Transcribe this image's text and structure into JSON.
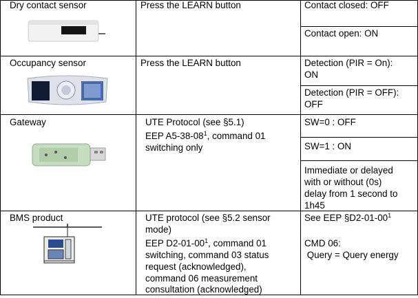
{
  "rows": [
    {
      "product": "Dry contact sensor",
      "icon": "dry-contact-sensor-icon",
      "action": [
        "Press the LEARN button"
      ],
      "states": [
        [
          "Contact closed: OFF"
        ],
        [
          "Contact open: ON"
        ]
      ]
    },
    {
      "product": "Occupancy sensor",
      "icon": "occupancy-sensor-icon",
      "action": [
        "Press the LEARN button"
      ],
      "states": [
        [
          "Detection (PIR = On):",
          "ON"
        ],
        [
          "Detection (PIR = OFF):",
          "OFF"
        ]
      ]
    },
    {
      "product": "Gateway",
      "icon": "usb-gateway-icon",
      "action": [
        "UTE Protocol (see §5.1)",
        {
          "before": "EEP A5-38-08",
          "sup": "1",
          "after": ", command 01"
        },
        "switching only"
      ],
      "states": [
        [
          "SW=0 : OFF"
        ],
        [
          "SW=1 : ON"
        ],
        [
          "Immediate or delayed",
          "with or without (0s)",
          "delay from 1 second to",
          "1h45"
        ]
      ]
    },
    {
      "product": "BMS product",
      "icon": "bms-controller-icon",
      "action": [
        "UTE protocol (see §5.2 sensor",
        "mode)",
        {
          "before": "EEP D2-01-00",
          "sup": "1",
          "after": ", command 01"
        },
        "switching, command 03 status",
        "request (acknowledged),",
        "command 06 measurement",
        "consultation (acknowledged)"
      ],
      "states": [
        [
          {
            "before": "See EEP §D2-01-00",
            "sup": "1",
            "after": ""
          },
          "",
          "CMD 06:",
          " Query = Query energy"
        ]
      ]
    }
  ]
}
